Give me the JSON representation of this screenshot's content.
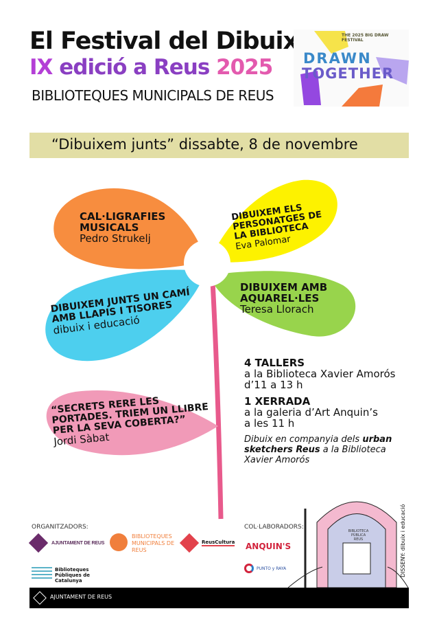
{
  "header": {
    "title": "El Festival del Dibuix",
    "edition_prefix": "IX",
    "edition_middle": " edició a Reus ",
    "edition_year": "2025",
    "subtitle": "BIBLIOTEQUES MUNICIPALS DE REUS"
  },
  "logo": {
    "top": "THE 2025 BIG DRAW FESTIVAL",
    "line1": "DRAWN",
    "line2": "TOGETHER"
  },
  "banner": {
    "text": "“Dibuixem junts” dissabte, 8 de novembre"
  },
  "petals": [
    {
      "title": "CAL·LIGRAFIES MUSICALS",
      "author": "Pedro Strukelj",
      "color": "#f78d3f"
    },
    {
      "title": "DIBUIXEM ELS PERSONATGES DE LA BIBLIOTECA",
      "author": "Eva Palomar",
      "color": "#fdf200"
    },
    {
      "title": "DIBUIXEM JUNTS UN CAMÍ AMB LLAPIS I TISORES",
      "author": "dibuix i educació",
      "color": "#4dcfee"
    },
    {
      "title": "DIBUIXEM AMB AQUAREL·LES",
      "author": "Teresa Llorach",
      "color": "#98d44c"
    },
    {
      "title": "“SECRETS RERE LES PORTADES. TRIEM UN LLIBRE PER LA SEVA COBERTA?”",
      "author": "Jordi Sàbat",
      "color": "#f19ab8"
    }
  ],
  "info": {
    "workshops_title": "4 TALLERS",
    "workshops_place": "a la Biblioteca Xavier Amorós",
    "workshops_time": "d’11 a 13 h",
    "talk_title": "1 XERRADA",
    "talk_place": "a la galeria d’Art Anquin’s",
    "talk_time": "a les 11 h",
    "sketch_pre": "Dibuix en companyia dels ",
    "sketch_bold": "urban sketchers Reus",
    "sketch_post": " a la Biblioteca Xavier Amorós"
  },
  "organizers": {
    "label": "ORGANITZADORS:",
    "items": [
      "AJUNTAMENT DE REUS",
      "BIBLIOTEQUES MUNICIPALS DE REUS",
      "ReusCultura",
      "Biblioteques Públiques de Catalunya"
    ]
  },
  "collaborators": {
    "label": "COL·LABORADORS:",
    "items": [
      "ANQUIN'S",
      "PUNTO y RAYA"
    ]
  },
  "building_sign": "BIBLIOTECA PÚBLICA REUS",
  "design_credit": "DISSENY: dibuix i educació",
  "footer": {
    "text": "AJUNTAMENT DE REUS"
  }
}
